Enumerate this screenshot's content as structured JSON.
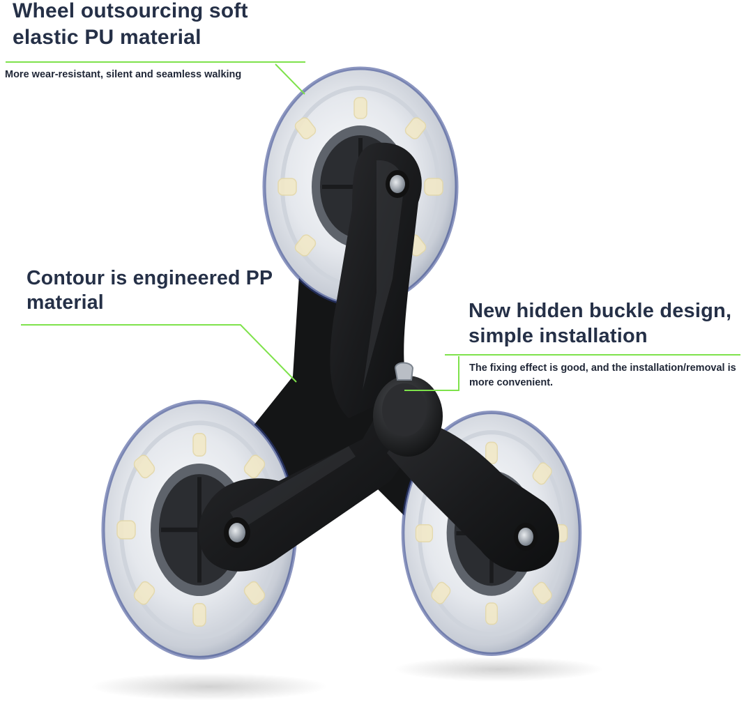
{
  "annotations": {
    "wheel": {
      "title": "Wheel outsourcing soft elastic PU material",
      "detail": "More wear-resistant, silent and seamless walking"
    },
    "contour": {
      "title": "Contour is engineered PP material"
    },
    "buckle": {
      "title": "New hidden buckle design, simple installation",
      "detail": "The fixing effect is good, and the installation/removal is more convenient."
    }
  },
  "colors": {
    "heading_text": "#253047",
    "detail_text": "#1f2636",
    "leader_line": "#7ee24b",
    "frame_black": "#1b1c1e",
    "wheel_clear": "#e6e9ee",
    "wheel_rim_blue": "#2d3f8c",
    "tread_pad": "#f2e9c8",
    "axle_metal": "#aeb4bc"
  },
  "icons": {
    "product": "tri-star-stair-climbing-wheel-icon"
  }
}
